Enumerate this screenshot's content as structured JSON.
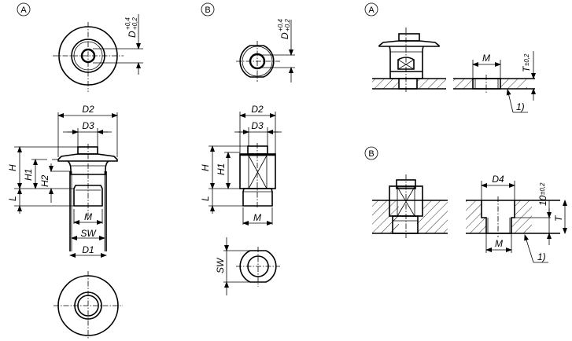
{
  "drawing": {
    "views": {
      "A_top": {
        "marker": "A",
        "dim_label": "D",
        "tol_upper": "+0,4",
        "tol_lower": "+0,2"
      },
      "B_top": {
        "marker": "B",
        "dim_label": "D",
        "tol_upper": "+0,4",
        "tol_lower": "+0,2"
      },
      "A_side": {
        "labels": {
          "D2": "D2",
          "D3": "D3",
          "H": "H",
          "H1": "H1",
          "H2": "H2",
          "L": "L",
          "M": "M",
          "SW": "SW",
          "D1": "D1"
        }
      },
      "B_side": {
        "labels": {
          "D2": "D2",
          "D3": "D3",
          "H": "H",
          "H1": "H1",
          "L": "L",
          "M": "M"
        }
      },
      "B_bottom": {
        "labels": {
          "SW": "SW"
        }
      },
      "A_mount": {
        "marker": "A",
        "labels": {
          "M": "M",
          "T": "T",
          "T_tol": "±0,2",
          "note": "1)"
        }
      },
      "B_mount": {
        "marker": "B",
        "labels": {
          "D4": "D4",
          "M": "M",
          "depth": "10",
          "depth_tol": "±0,2",
          "T": "T",
          "note": "1)"
        }
      }
    }
  }
}
